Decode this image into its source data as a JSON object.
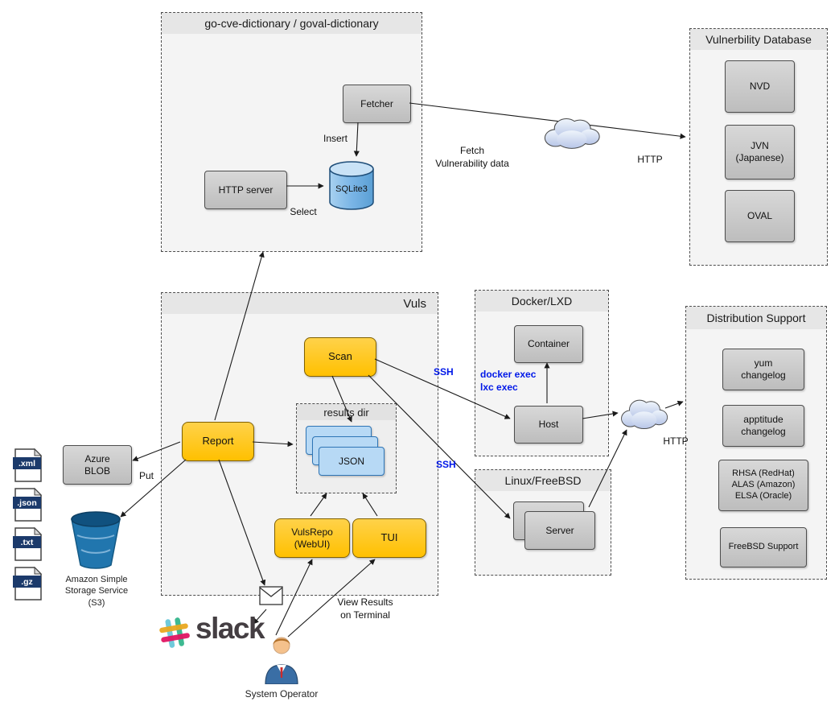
{
  "colors": {
    "node_yellow": "#FFC000",
    "node_gray": "#C9C9C9",
    "node_blue": "#BDD7EE",
    "edge_label_blue": "#0018E8",
    "cloud_fill": "#C9D6EC",
    "slack_hash": [
      "#70CADB",
      "#3EB991",
      "#E9A820",
      "#E01563"
    ]
  },
  "icons": [
    "cloud-icon",
    "sqlite-cylinder-icon",
    "file-icon",
    "s3-bucket-icon",
    "slack-hash-icon",
    "envelope-icon",
    "system-operator-icon"
  ],
  "groups": {
    "go_cve": {
      "title": "go-cve-dictionary / goval-dictionary",
      "fetcher": "Fetcher",
      "http_server": "HTTP server",
      "sqlite": "SQLite3",
      "insert": "Insert",
      "select": "Select"
    },
    "vuln_db": {
      "title": "Vulnerbility Database",
      "nvd": "NVD",
      "jvn": "JVN\n(Japanese)",
      "oval": "OVAL"
    },
    "vuls": {
      "title": "Vuls",
      "scan": "Scan",
      "report": "Report",
      "vulsrepo": "VulsRepo\n(WebUI)",
      "tui": "TUI",
      "results_title": "results dir",
      "json": "JSON"
    },
    "docker": {
      "title": "Docker/LXD",
      "container": "Container",
      "host": "Host"
    },
    "linux": {
      "title": "Linux/FreeBSD",
      "server": "Server"
    },
    "dist": {
      "title": "Distribution Support",
      "items": [
        "yum\nchangelog",
        "apptitude\nchangelog",
        "RHSA (RedHat)\nALAS (Amazon)\nELSA (Oracle)",
        "FreeBSD Support"
      ]
    }
  },
  "labels": {
    "fetch": "Fetch\nVulnerability data",
    "http_fetch": "HTTP",
    "http_dist": "HTTP",
    "ssh_docker": "SSH",
    "ssh_linux": "SSH",
    "docker_exec": "docker exec\nlxc exec",
    "put": "Put",
    "view_results": "View Results\non Terminal"
  },
  "storage": {
    "azure": "Azure\nBLOB",
    "s3": "Amazon Simple\nStorage Service\n(S3)",
    "files": [
      ".xml",
      ".json",
      ".txt",
      ".gz"
    ]
  },
  "bottom": {
    "slack": "slack",
    "operator": "System Operator"
  }
}
